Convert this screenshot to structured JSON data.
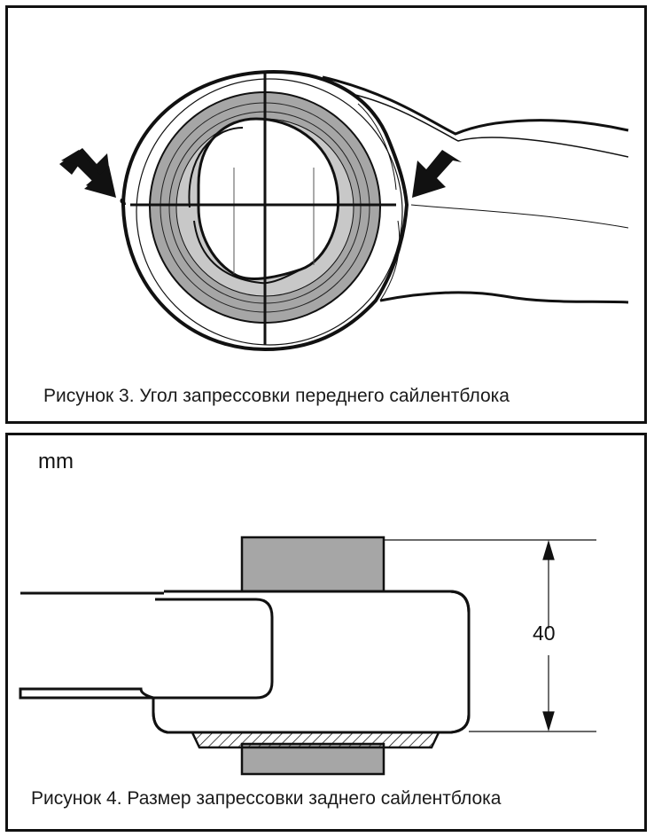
{
  "figure3": {
    "caption": "Рисунок 3. Угол запрессовки переднего сайлентблока"
  },
  "figure4": {
    "units": "mm",
    "dimension_value": "40",
    "caption": "Рисунок 4. Размер запрессовки заднего сайлентблока"
  },
  "colors": {
    "border": "#111111",
    "bushing_gray": "#a6a6a6",
    "line": "#111111"
  }
}
